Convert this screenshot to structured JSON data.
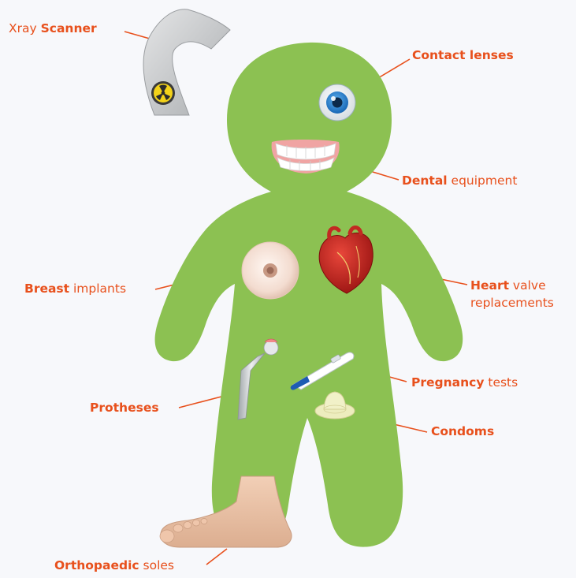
{
  "colors": {
    "background": "#f7f8fb",
    "body": "#8cc152",
    "label": "#e8501c",
    "leader": "#e8501c"
  },
  "labels": {
    "xray": {
      "bold": "Scanner",
      "prefix": "Xray ",
      "suffix": ""
    },
    "contact": {
      "bold": "Contact lenses",
      "prefix": "",
      "suffix": ""
    },
    "dental": {
      "bold": "Dental",
      "prefix": "",
      "suffix": " equipment"
    },
    "breast": {
      "bold": "Breast",
      "prefix": "",
      "suffix": " implants"
    },
    "heart": {
      "bold": "Heart",
      "prefix": "",
      "suffix": " valve",
      "line2": "replacements"
    },
    "pregnancy": {
      "bold": "Pregnancy",
      "prefix": "",
      "suffix": " tests"
    },
    "protheses": {
      "bold": "Protheses",
      "prefix": "",
      "suffix": ""
    },
    "condoms": {
      "bold": "Condoms",
      "prefix": "",
      "suffix": ""
    },
    "orthopaedic": {
      "bold": "Orthopaedic",
      "prefix": "",
      "suffix": " soles"
    }
  },
  "icons": [
    "xray-scanner-icon",
    "radiation-icon",
    "eye-icon",
    "teeth-icon",
    "breast-implant-icon",
    "heart-icon",
    "pregnancy-test-icon",
    "hip-prosthesis-icon",
    "condom-icon",
    "foot-icon"
  ]
}
